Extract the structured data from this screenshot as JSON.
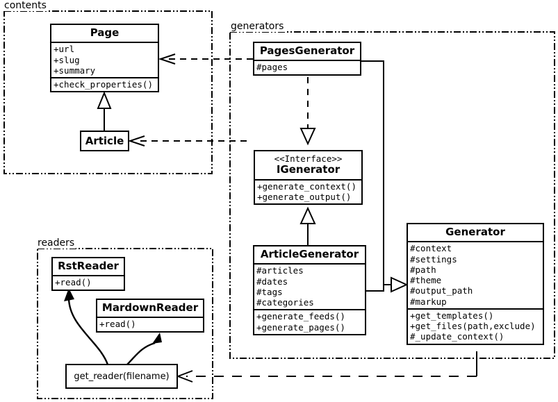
{
  "diagram": {
    "title": "UML class diagram",
    "stroke_color": "#000000",
    "background": "#ffffff"
  },
  "packages": [
    {
      "id": "contents",
      "label": "contents"
    },
    {
      "id": "generators",
      "label": "generators"
    },
    {
      "id": "readers",
      "label": "readers"
    }
  ],
  "classes": {
    "page": {
      "name": "Page",
      "attributes": [
        "+url",
        "+slug",
        "+summary"
      ],
      "operations": [
        "+check_properties()"
      ]
    },
    "article": {
      "name": "Article",
      "attributes": [],
      "operations": []
    },
    "pages_generator": {
      "name": "PagesGenerator",
      "attributes": [
        "#pages"
      ],
      "operations": []
    },
    "igenerator": {
      "stereotype": "<<Interface>>",
      "name": "IGenerator",
      "attributes": [],
      "operations": [
        "+generate_context()",
        "+generate_output()"
      ]
    },
    "article_generator": {
      "name": "ArticleGenerator",
      "attributes": [
        "#articles",
        "#dates",
        "#tags",
        "#categories"
      ],
      "operations": [
        "+generate_feeds()",
        "+generate_pages()"
      ]
    },
    "generator": {
      "name": "Generator",
      "attributes": [
        "#context",
        "#settings",
        "#path",
        "#theme",
        "#output_path",
        "#markup"
      ],
      "operations": [
        "+get_templates()",
        "+get_files(path,exclude)",
        "#_update_context()"
      ]
    },
    "rst_reader": {
      "name": "RstReader",
      "attributes": [],
      "operations": [
        "+read()"
      ]
    },
    "mardown_reader": {
      "name": "MardownReader",
      "attributes": [],
      "operations": [
        "+read()"
      ]
    },
    "get_reader": {
      "name": "get_reader(filename)"
    }
  },
  "relationships": [
    {
      "id": "pagesgenerator-uses-page",
      "type": "dependency",
      "from": "PagesGenerator",
      "to": "Page",
      "style": "dashed",
      "arrowhead": "open"
    },
    {
      "id": "pagesgenerator-uses-article",
      "type": "dependency",
      "from": "PagesGenerator",
      "to": "Article",
      "style": "dashed",
      "arrowhead": "open"
    },
    {
      "id": "article-extends-page",
      "type": "generalization",
      "from": "Article",
      "to": "Page",
      "style": "solid",
      "arrowhead": "hollow-triangle"
    },
    {
      "id": "pagesgenerator-realizes-igenerator",
      "type": "realization",
      "from": "PagesGenerator",
      "to": "IGenerator",
      "style": "dashed",
      "arrowhead": "hollow-triangle"
    },
    {
      "id": "articlegenerator-realizes-igenerator",
      "type": "generalization",
      "from": "ArticleGenerator",
      "to": "IGenerator",
      "style": "solid",
      "arrowhead": "hollow-triangle"
    },
    {
      "id": "pagesgenerator-extends-generator",
      "type": "generalization",
      "from": "PagesGenerator",
      "to": "Generator",
      "style": "solid",
      "arrowhead": "hollow-triangle"
    },
    {
      "id": "articlegenerator-extends-generator",
      "type": "generalization",
      "from": "ArticleGenerator",
      "to": "Generator",
      "style": "solid",
      "arrowhead": "hollow-triangle"
    },
    {
      "id": "generator-uses-getreader",
      "type": "dependency",
      "from": "Generator",
      "to": "get_reader(filename)",
      "style": "dashed",
      "arrowhead": "open"
    },
    {
      "id": "getreader-creates-rstreader",
      "type": "instantiation",
      "from": "get_reader(filename)",
      "to": "RstReader",
      "style": "solid-curved",
      "arrowhead": "filled"
    },
    {
      "id": "getreader-creates-mardownreader",
      "type": "instantiation",
      "from": "get_reader(filename)",
      "to": "MardownReader",
      "style": "solid-curved",
      "arrowhead": "filled"
    }
  ]
}
